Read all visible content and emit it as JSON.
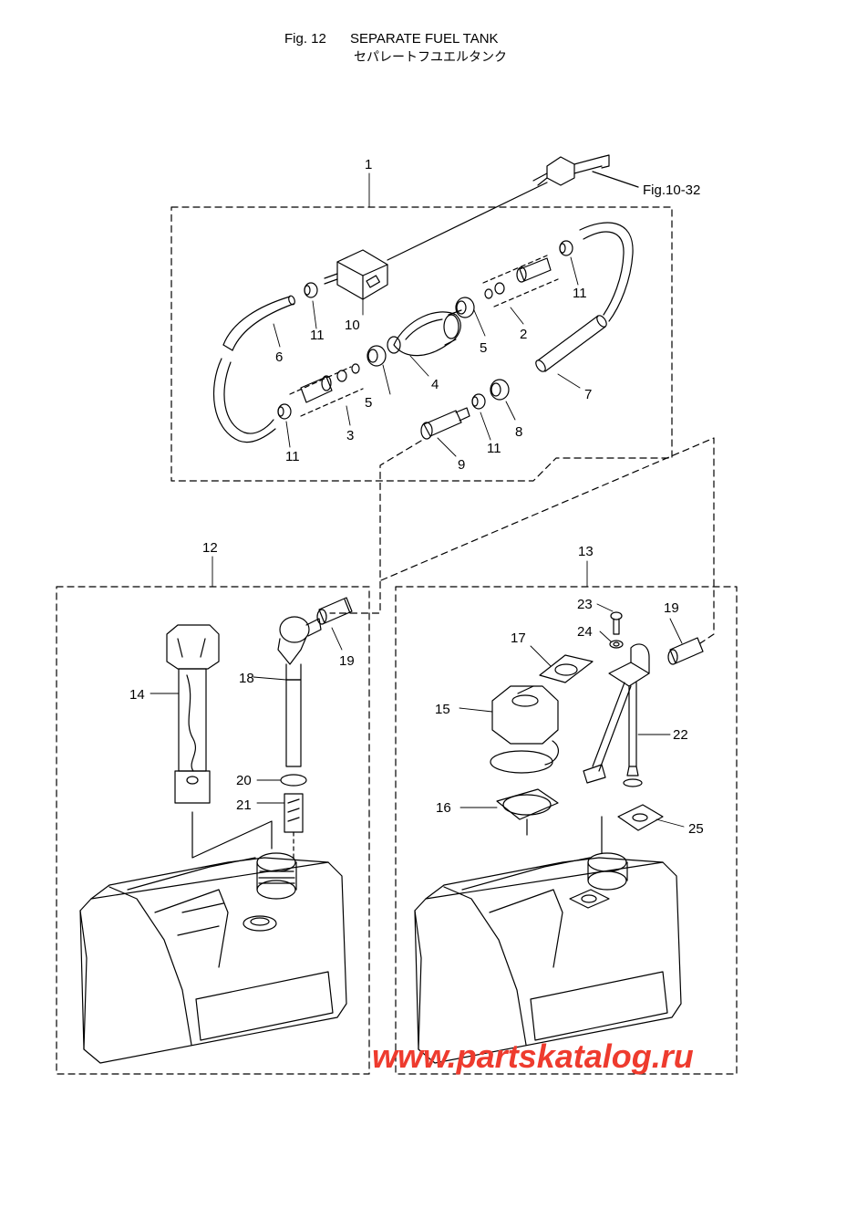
{
  "header": {
    "fig_no": "Fig. 12",
    "title": "SEPARATE FUEL TANK",
    "title_jp": "セパレートフユエルタンク"
  },
  "reference": "Fig.10-32",
  "callouts": {
    "c1": "1",
    "c2": "2",
    "c3": "3",
    "c4": "4",
    "c5a": "5",
    "c5b": "5",
    "c6": "6",
    "c7": "7",
    "c8": "8",
    "c9": "9",
    "c10": "10",
    "c11a": "11",
    "c11b": "11",
    "c11c": "11",
    "c11d": "11",
    "c12": "12",
    "c13": "13",
    "c14": "14",
    "c15": "15",
    "c16": "16",
    "c17": "17",
    "c18": "18",
    "c19a": "19",
    "c19b": "19",
    "c20": "20",
    "c21": "21",
    "c22": "22",
    "c23": "23",
    "c24": "24",
    "c25": "25"
  },
  "watermark": "www.partskatalog.ru"
}
